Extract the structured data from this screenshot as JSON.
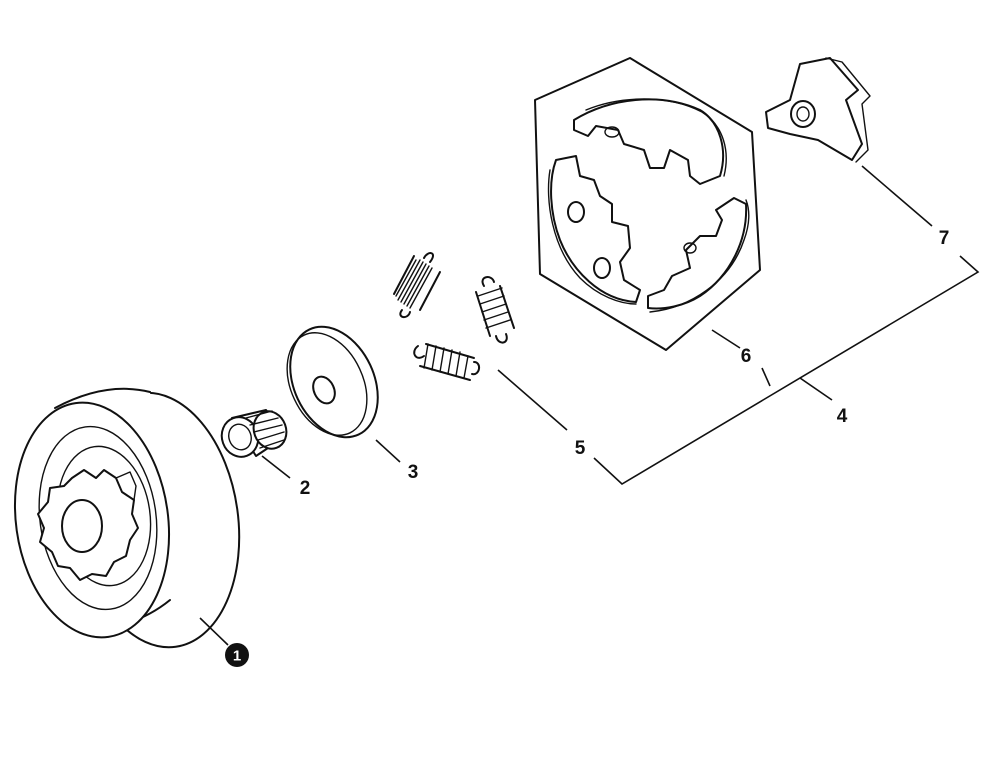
{
  "callouts": [
    {
      "id": "1",
      "label": "1",
      "circled": true
    },
    {
      "id": "2",
      "label": "2",
      "circled": false
    },
    {
      "id": "3",
      "label": "3",
      "circled": false
    },
    {
      "id": "4",
      "label": "4",
      "circled": false
    },
    {
      "id": "5",
      "label": "5",
      "circled": false
    },
    {
      "id": "6",
      "label": "6",
      "circled": false
    },
    {
      "id": "7",
      "label": "7",
      "circled": false
    }
  ],
  "colors": {
    "line": "#111111",
    "background": "#ffffff"
  }
}
